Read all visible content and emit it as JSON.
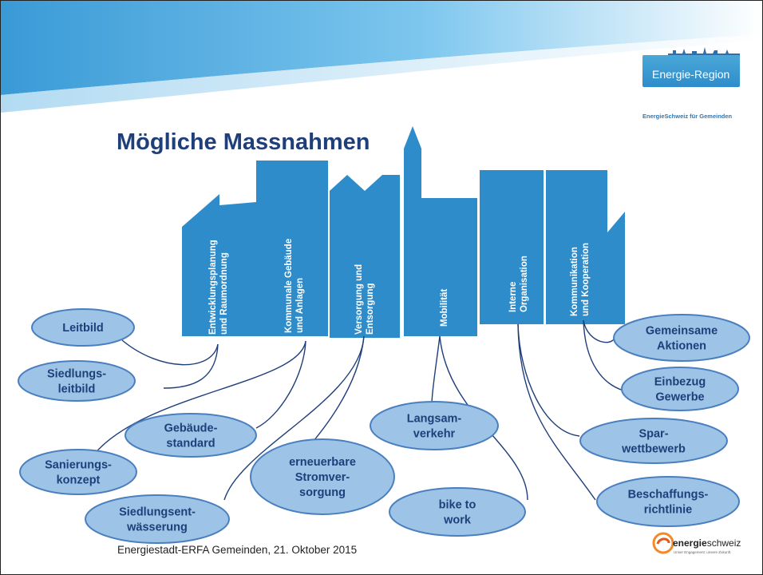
{
  "slide": {
    "title": "Mögliche Massnahmen",
    "footer": "Energiestadt-ERFA Gemeinden, 21. Oktober 2015"
  },
  "logos": {
    "energie_region": {
      "name": "Energie-Region",
      "subtitle": "EnergieSchweiz für Gemeinden"
    },
    "energieschweiz": {
      "bold": "energie",
      "regular": "schweiz",
      "tagline": "Unser Engagement: unsere Zukunft."
    }
  },
  "colors": {
    "building": "#2e8ccb",
    "ellipse_fill": "#9dc3e6",
    "ellipse_stroke": "#4a7fbf",
    "title": "#1f3f7a",
    "header_band": "#5ab3e3"
  },
  "categories": [
    {
      "id": "entwicklung",
      "lines": [
        "Entwicklungsplanung",
        "und Raumordnung"
      ]
    },
    {
      "id": "gebaeude",
      "lines": [
        "Kommunale Gebäude",
        "und Anlagen"
      ]
    },
    {
      "id": "versorgung",
      "lines": [
        "Versorgung und",
        "Entsorgung"
      ]
    },
    {
      "id": "mobilitaet",
      "lines": [
        "Mobilität"
      ]
    },
    {
      "id": "organisation",
      "lines": [
        "Interne",
        "Organisation"
      ]
    },
    {
      "id": "kommunikation",
      "lines": [
        "Kommunikation",
        "und Kooperation"
      ]
    }
  ],
  "measures": [
    {
      "id": "leitbild",
      "lines": [
        "Leitbild"
      ],
      "category": "entwicklung"
    },
    {
      "id": "siedlungsleitbild",
      "lines": [
        "Siedlungs-",
        "leitbild"
      ],
      "category": "entwicklung"
    },
    {
      "id": "gebaeudestandard",
      "lines": [
        "Gebäude-",
        "standard"
      ],
      "category": "gebaeude"
    },
    {
      "id": "sanierungskonzept",
      "lines": [
        "Sanierungs-",
        "konzept"
      ],
      "category": "gebaeude"
    },
    {
      "id": "siedlungsentwaesserung",
      "lines": [
        "Siedlungsent-",
        "wässerung"
      ],
      "category": "versorgung"
    },
    {
      "id": "stromversorgung",
      "lines": [
        "erneuerbare",
        "Stromver-",
        "sorgung"
      ],
      "category": "versorgung"
    },
    {
      "id": "langsamverkehr",
      "lines": [
        "Langsam-",
        "verkehr"
      ],
      "category": "mobilitaet"
    },
    {
      "id": "biketowork",
      "lines": [
        "bike to",
        "work"
      ],
      "category": "mobilitaet"
    },
    {
      "id": "gemeinsame",
      "lines": [
        "Gemeinsame",
        "Aktionen"
      ],
      "category": "kommunikation"
    },
    {
      "id": "einbezug",
      "lines": [
        "Einbezug",
        "Gewerbe"
      ],
      "category": "kommunikation"
    },
    {
      "id": "sparwettbewerb",
      "lines": [
        "Spar-",
        "wettbewerb"
      ],
      "category": "organisation"
    },
    {
      "id": "beschaffung",
      "lines": [
        "Beschaffungs-",
        "richtlinie"
      ],
      "category": "organisation"
    }
  ]
}
